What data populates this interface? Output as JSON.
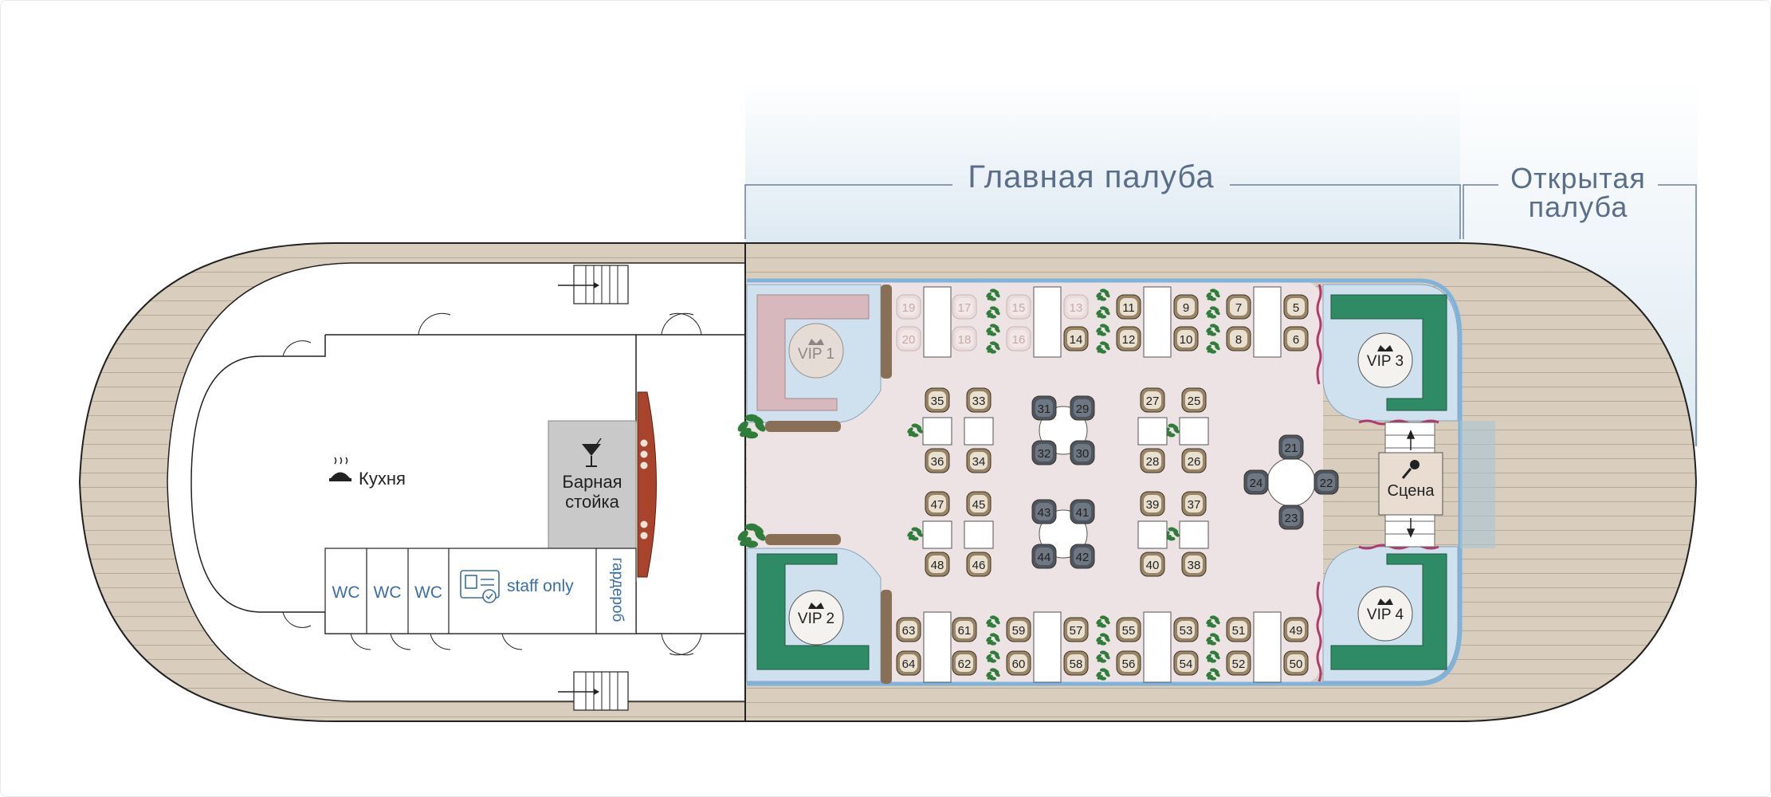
{
  "zones": {
    "main_deck": "Главная палуба",
    "open_deck_line1": "Открытая",
    "open_deck_line2": "палуба"
  },
  "rooms": {
    "kitchen": "Кухня",
    "bar_line1": "Барная",
    "bar_line2": "стойка",
    "wc": "WC",
    "staff": "staff only",
    "wardrobe": "гардероб",
    "stage": "Сцена"
  },
  "vip": [
    "VIP 1",
    "VIP 2",
    "VIP 3",
    "VIP 4"
  ],
  "colors": {
    "deck_wood": "#d9cdbd",
    "deck_line": "#b9aa98",
    "hall_floor": "#ede3e4",
    "vip_floor": "#cfe0ee",
    "rail_blue": "#7fb3dc",
    "sofa_green": "#2f8a66",
    "sofa_pink": "#d7b9bd",
    "bar_red": "#a8442c",
    "title_blue": "#5a6e89",
    "chair_brown": "#9a8466",
    "chair_grey": "#4d5560",
    "curtain": "#b23a6a"
  },
  "seats": {
    "top_row_inactive": [
      "19",
      "17",
      "15",
      "13",
      "20",
      "18",
      "16",
      "14"
    ],
    "top_row_active": [
      "11",
      "9",
      "7",
      "5",
      "12",
      "10",
      "8",
      "6"
    ],
    "bottom_row": [
      "63",
      "61",
      "59",
      "57",
      "55",
      "53",
      "51",
      "49",
      "64",
      "62",
      "60",
      "58",
      "56",
      "54",
      "52",
      "50"
    ],
    "square_tables": [
      "35",
      "33",
      "36",
      "34",
      "27",
      "25",
      "28",
      "26",
      "47",
      "45",
      "48",
      "46",
      "39",
      "37",
      "40",
      "38"
    ],
    "round_tables": [
      "31",
      "29",
      "32",
      "30",
      "43",
      "41",
      "44",
      "42",
      "21",
      "22",
      "23",
      "24"
    ]
  }
}
